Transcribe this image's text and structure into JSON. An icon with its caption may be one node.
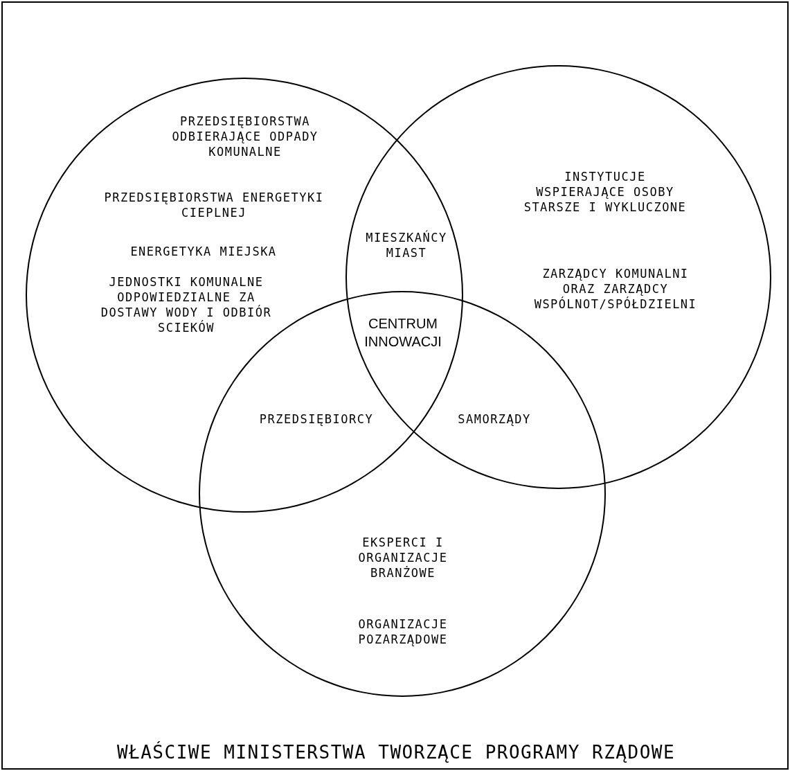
{
  "diagram": {
    "nodes": [
      {
        "text": [
          "WŁAŚCIWE MINISTERSTWA TWORZĄCE PROGRAMY RZĄDOWE"
        ]
      },
      {
        "text": [
          "PRZEDSIĘBIORSTWA ODBIERAJĄCE ODPADY KOMUNALNE",
          "PRZEDSIĘBIORSTWA ENERGETYKI CIEPLNEJ",
          "ENERGETYKA MIEJSKA",
          "JEDNOSTKI KOMUNALNE ODPOWIEDZIALNE ZA DOSTAWY WODY I ODBIÓR SCIEKÓW"
        ],
        "in": 0
      },
      {
        "text": [
          "INSTYTUCJE WSPIERAJĄCE OSOBY STARSZE I WYKLUCZONE",
          "ZARZĄDCY KOMUNALNI ORAZ ZARZĄDCY WSPÓLNOT/SPÓŁDZIELNI"
        ],
        "in": 0
      },
      {
        "text": [
          "EKSPERCI I ORGANIZACJE BRANŻOWE",
          "ORGANIZACJE POZARZĄDOWE"
        ],
        "in": 0
      }
    ],
    "labels": [
      "MIESZKAŃCY MIAST",
      "CENTRUM INNOWACJI",
      "PRZEDSIĘBIORCY",
      "SAMORZĄDY"
    ]
  }
}
